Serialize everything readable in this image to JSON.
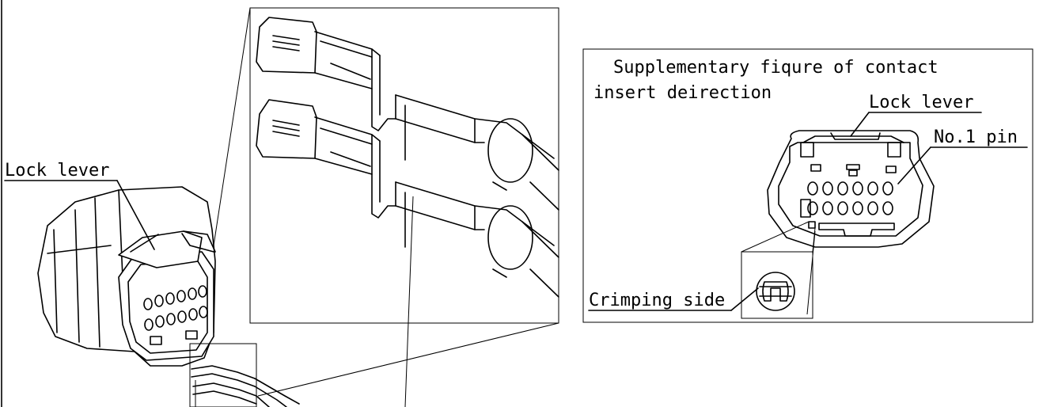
{
  "labels": {
    "lock_lever_left": "Lock lever",
    "supp_title_line1": "Supplementary fiqure of contact",
    "supp_title_line2": "insert deirection",
    "lock_lever_right": "Lock lever",
    "no1_pin": "No.1 pin",
    "crimping_side": "Crimping side"
  },
  "colors": {
    "line": "#000000",
    "background": "#ffffff"
  }
}
